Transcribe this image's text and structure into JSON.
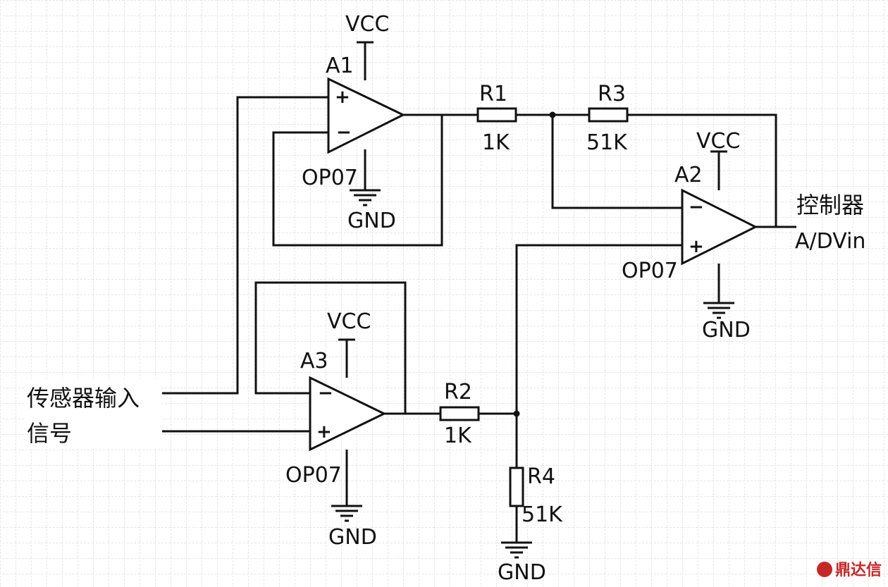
{
  "circuit": {
    "opamps": [
      {
        "ref": "A1",
        "model": "OP07",
        "supply": "VCC",
        "ground": "GND",
        "plus": "+",
        "minus": "−"
      },
      {
        "ref": "A2",
        "model": "OP07",
        "supply": "VCC",
        "ground": "GND",
        "plus": "+",
        "minus": "−"
      },
      {
        "ref": "A3",
        "model": "OP07",
        "supply": "VCC",
        "ground": "GND",
        "plus": "+",
        "minus": "−"
      }
    ],
    "resistors": [
      {
        "ref": "R1",
        "value": "1K"
      },
      {
        "ref": "R2",
        "value": "1K"
      },
      {
        "ref": "R3",
        "value": "51K"
      },
      {
        "ref": "R4",
        "value": "51K"
      }
    ],
    "r4_ground": "GND",
    "input_label_line1": "传感器输入",
    "input_label_line2": "信号",
    "output_label_line1": "控制器",
    "output_label_line2": "A/DVin"
  },
  "watermark": {
    "text": "鼎达信"
  },
  "colors": {
    "wire": "#111111",
    "grid": "#cfcfcf",
    "watermark": "#c62828"
  }
}
